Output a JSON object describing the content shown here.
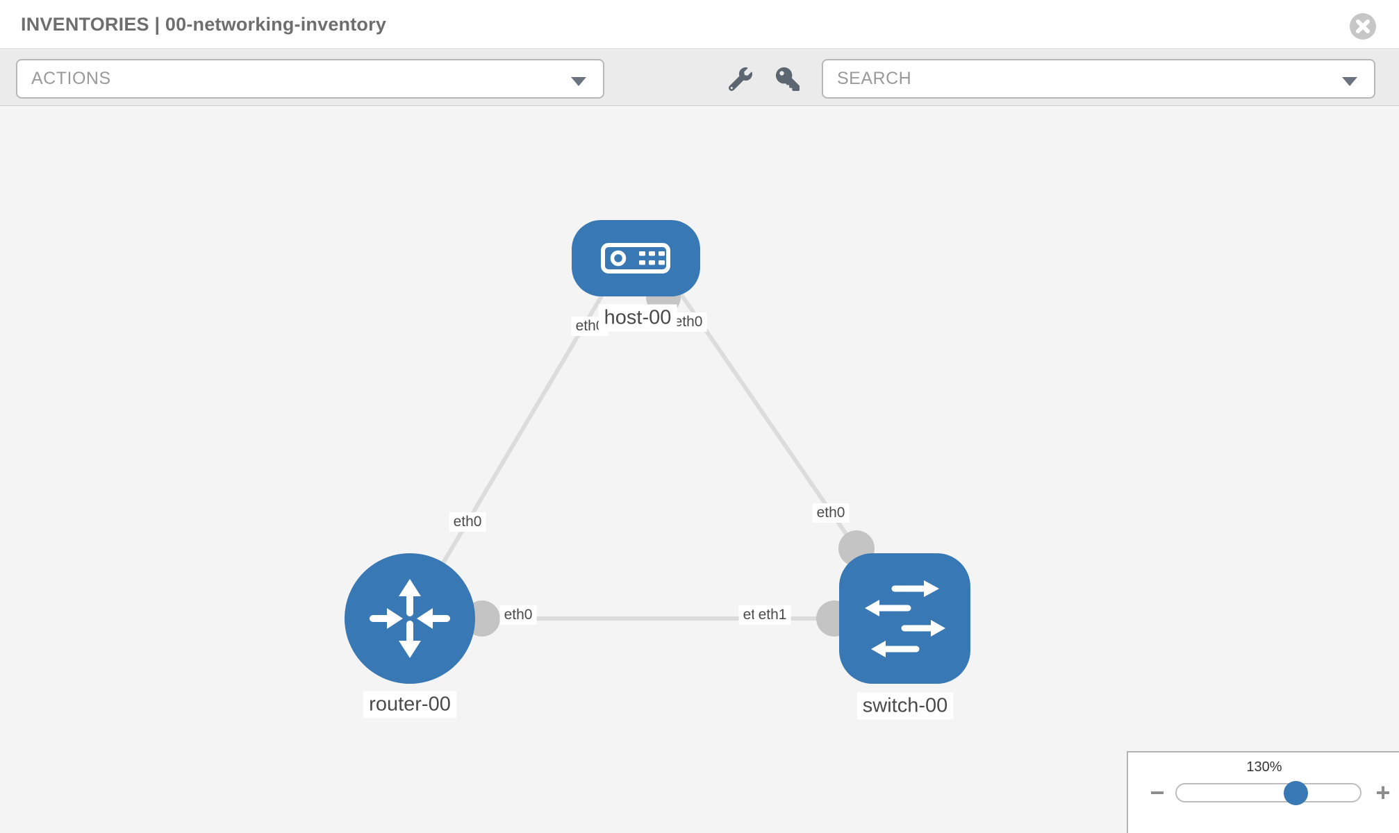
{
  "header": {
    "title": "INVENTORIES | 00-networking-inventory",
    "close_icon": "close-circle"
  },
  "toolbar": {
    "actions": {
      "value": "ACTIONS"
    },
    "search": {
      "placeholder": "SEARCH"
    },
    "tools": {
      "wrench_icon": "wrench",
      "key_icon": "key"
    }
  },
  "topology": {
    "nodes": [
      {
        "id": "host-00",
        "type": "host",
        "label": "host-00",
        "icon": "server-icon"
      },
      {
        "id": "router-00",
        "type": "router",
        "label": "router-00",
        "icon": "router-arrows-icon"
      },
      {
        "id": "switch-00",
        "type": "switch",
        "label": "switch-00",
        "icon": "switch-arrows-icon"
      }
    ],
    "links": [
      {
        "from": "host-00",
        "to": "router-00",
        "from_if": "eth0",
        "to_if": "eth0"
      },
      {
        "from": "host-00",
        "to": "switch-00",
        "from_if": "eth0",
        "to_if": "eth0"
      },
      {
        "from": "router-00",
        "to": "switch-00",
        "from_if": "eth0",
        "to_if": "eth1"
      }
    ],
    "interface_labels": {
      "host_left": "eth0",
      "host_right": "eth0",
      "router_top": "eth0",
      "switch_top": "eth0",
      "hedge_router": "eth0",
      "hedge_switch_back": "eth0",
      "hedge_switch_front": "eth1"
    }
  },
  "zoom_control": {
    "level": "130%",
    "minus_label": "−",
    "plus_label": "+"
  },
  "colors": {
    "node_blue": "#3878b4",
    "edge_gray": "#dcdcdc",
    "port_gray": "#c4c4c4",
    "toolbar_gray": "#ebebeb",
    "canvas_gray": "#f4f4f4"
  }
}
